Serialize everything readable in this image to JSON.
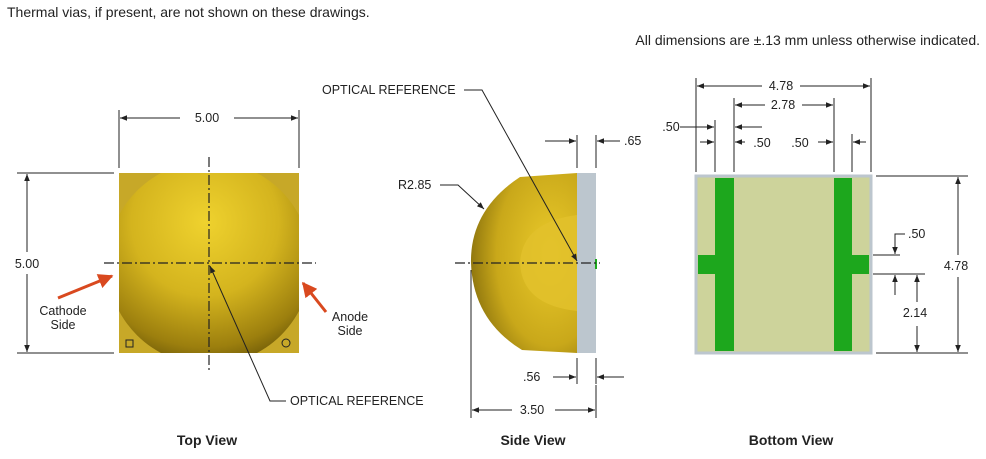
{
  "notes": {
    "thermal": "Thermal vias, if present, are not shown on these drawings.",
    "tolerance": "All dimensions are ±.13 mm unless otherwise indicated."
  },
  "top_view": {
    "caption": "Top View",
    "width_dim": "5.00",
    "height_dim": "5.00",
    "cathode_label": [
      "Cathode",
      "Side"
    ],
    "anode_label": [
      "Anode",
      "Side"
    ],
    "optical_reference": "OPTICAL REFERENCE"
  },
  "side_view": {
    "caption": "Side View",
    "radius_dim": "R2.85",
    "substrate_dim": ".65",
    "offset_dim": ".56",
    "width_dim": "3.50",
    "optical_reference": "OPTICAL REFERENCE"
  },
  "bottom_view": {
    "caption": "Bottom View",
    "overall_width": "4.78",
    "inner_width": "2.78",
    "left_margin": ".50",
    "pad_width_left": ".50",
    "pad_width_right": ".50",
    "overall_height": "4.78",
    "tab_height": ".50",
    "tab_offset": "2.14"
  },
  "colors": {
    "lens_yellow": "#D4B41E",
    "substrate_gold": "#C7A828",
    "side_substrate": "#BCC6CE",
    "pcb_base": "#CDD39B",
    "pad_green": "#1DA71D",
    "arrow_red": "#D9491F"
  }
}
